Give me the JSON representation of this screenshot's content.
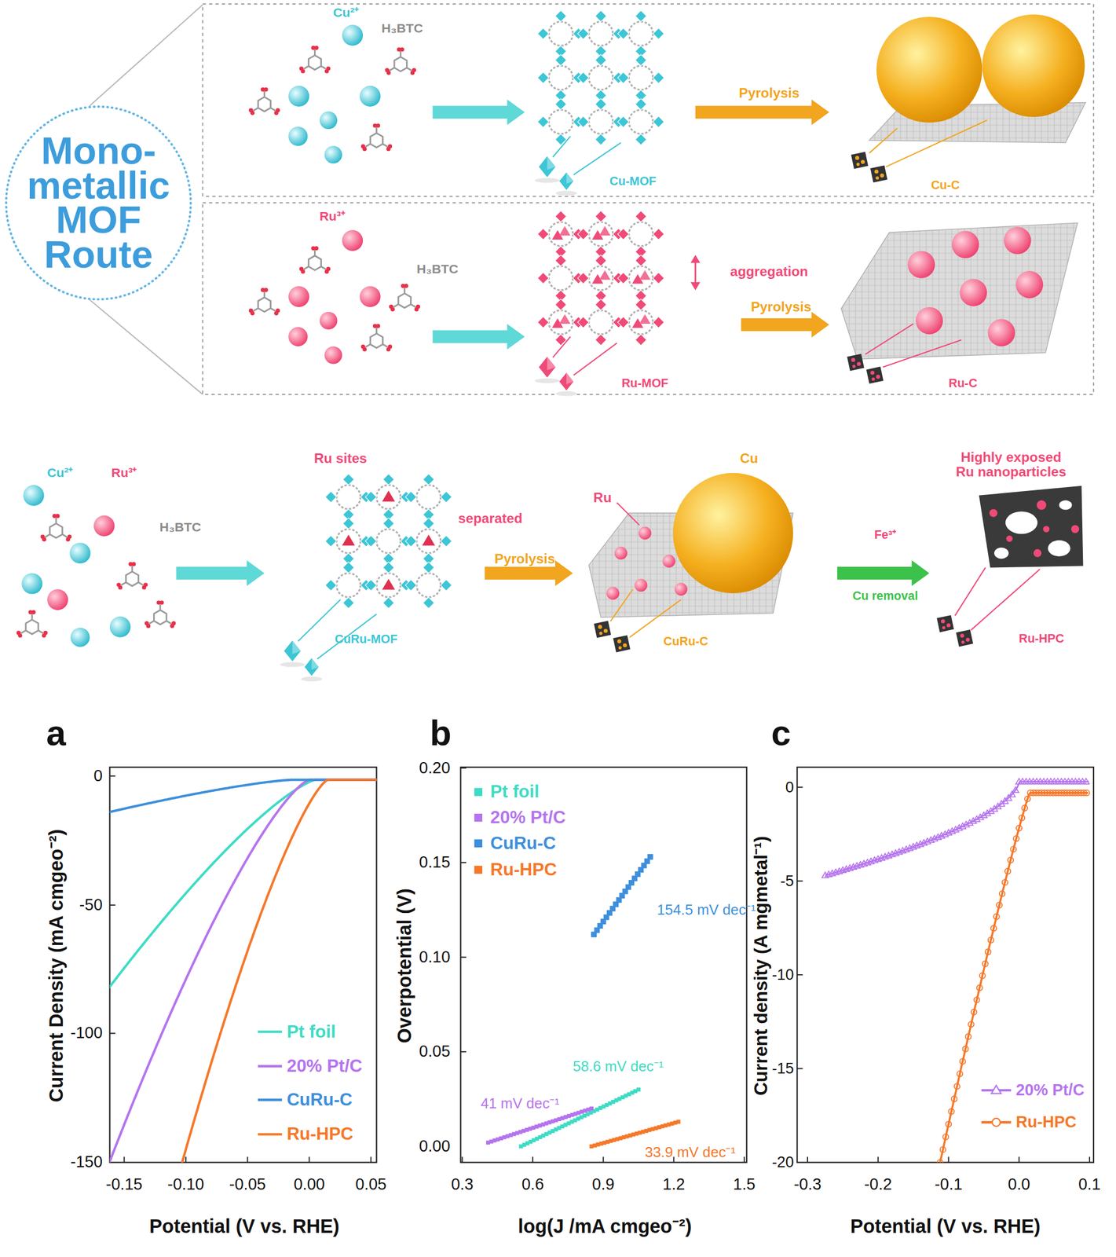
{
  "diagram": {
    "nodes": [
      {
        "text": [
          "Mono-metallic MOF Route"
        ]
      }
    ],
    "labels": [
      "Cu²⁺",
      "H₃BTC",
      "Cu-MOF",
      "Pyrolysis",
      "Cu-C",
      "Ru³⁺",
      "H₃BTC",
      "aggregation",
      "Ru-MOF",
      "Pyrolysis",
      "Ru-C",
      "Cu²⁺",
      "Ru³⁺",
      "H₃BTC",
      "Ru sites",
      "separated",
      "CuRu-MOF",
      "Pyrolysis",
      "Cu",
      "Ru",
      "CuRu-C",
      "Fe³⁺",
      "Cu removal",
      "Highly exposed Ru nanoparticles",
      "Ru-HPC",
      "a",
      "b",
      "c",
      "Current Density (mA cmgeo⁻²)",
      "0",
      "-50",
      "-100",
      "-150",
      "-0.15",
      "-0.10",
      "-0.05",
      "0.00",
      "0.05",
      "Potential (V vs. RHE)",
      "Overpotential (V)",
      "0.20",
      "0.15",
      "0.10",
      "0.05",
      "0.00",
      "0.3",
      "0.6",
      "0.9",
      "1.2",
      "1.5",
      "log(J /mA cmgeo⁻²)",
      "154.5 mV dec⁻¹",
      "58.6 mV dec⁻¹",
      "41 mV dec⁻¹",
      "33.9 mV dec⁻¹",
      "Current density (A mgmetal⁻¹)",
      "0",
      "-5",
      "-10",
      "-15",
      "-20",
      "-0.3",
      "-0.2",
      "-0.1",
      "0.0",
      "0.1",
      "Potential (V vs. RHE)"
    ],
    "legend": [
      {
        "text": "Pt foil"
      },
      {
        "text": "20% Pt/C"
      },
      {
        "text": "CuRu-C"
      },
      {
        "text": "Ru-HPC"
      },
      {
        "text": "Pt foil"
      },
      {
        "text": "20% Pt/C"
      },
      {
        "text": "CuRu-C"
      },
      {
        "text": "Ru-HPC"
      },
      {
        "text": "20% Pt/C"
      },
      {
        "text": "Ru-HPC"
      }
    ]
  }
}
